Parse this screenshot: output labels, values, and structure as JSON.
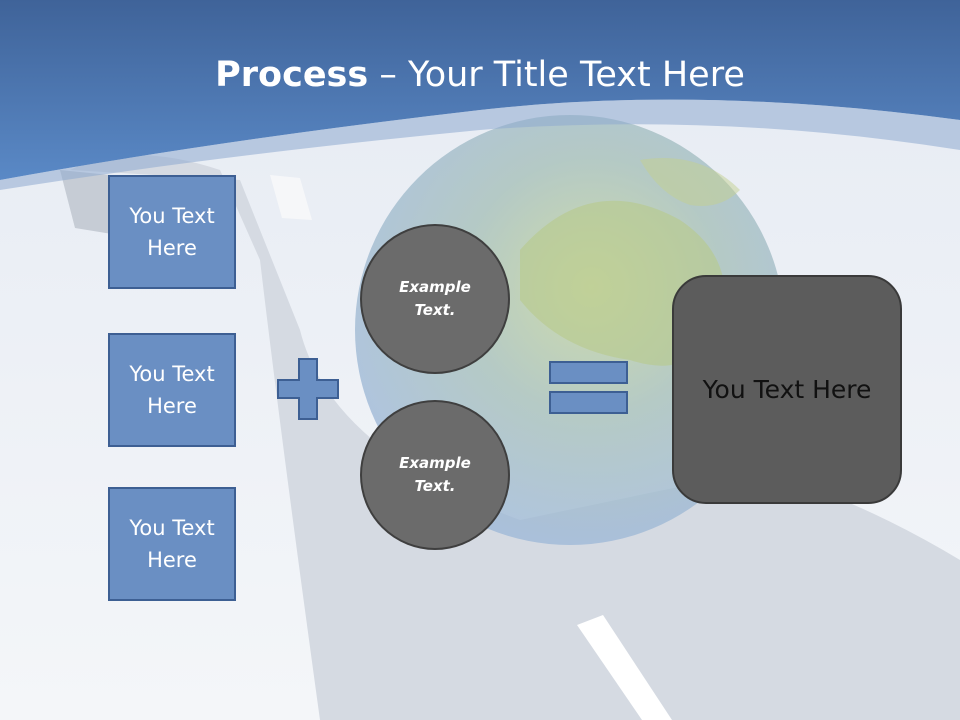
{
  "slide": {
    "title_bold": "Process",
    "title_rest": " – Your Title Text Here",
    "boxes": [
      "You Text\nHere",
      "You Text\nHere",
      "You Text\nHere"
    ],
    "circles": [
      "Example\nText.",
      "Example\nText."
    ],
    "result": "You Text Here"
  },
  "icons": [
    "plus-icon",
    "equals-icon"
  ],
  "colors": {
    "banner": "#4a74ad",
    "box": "#6a8fc3",
    "circle": "#6b6b6b",
    "result": "#5c5c5c"
  }
}
